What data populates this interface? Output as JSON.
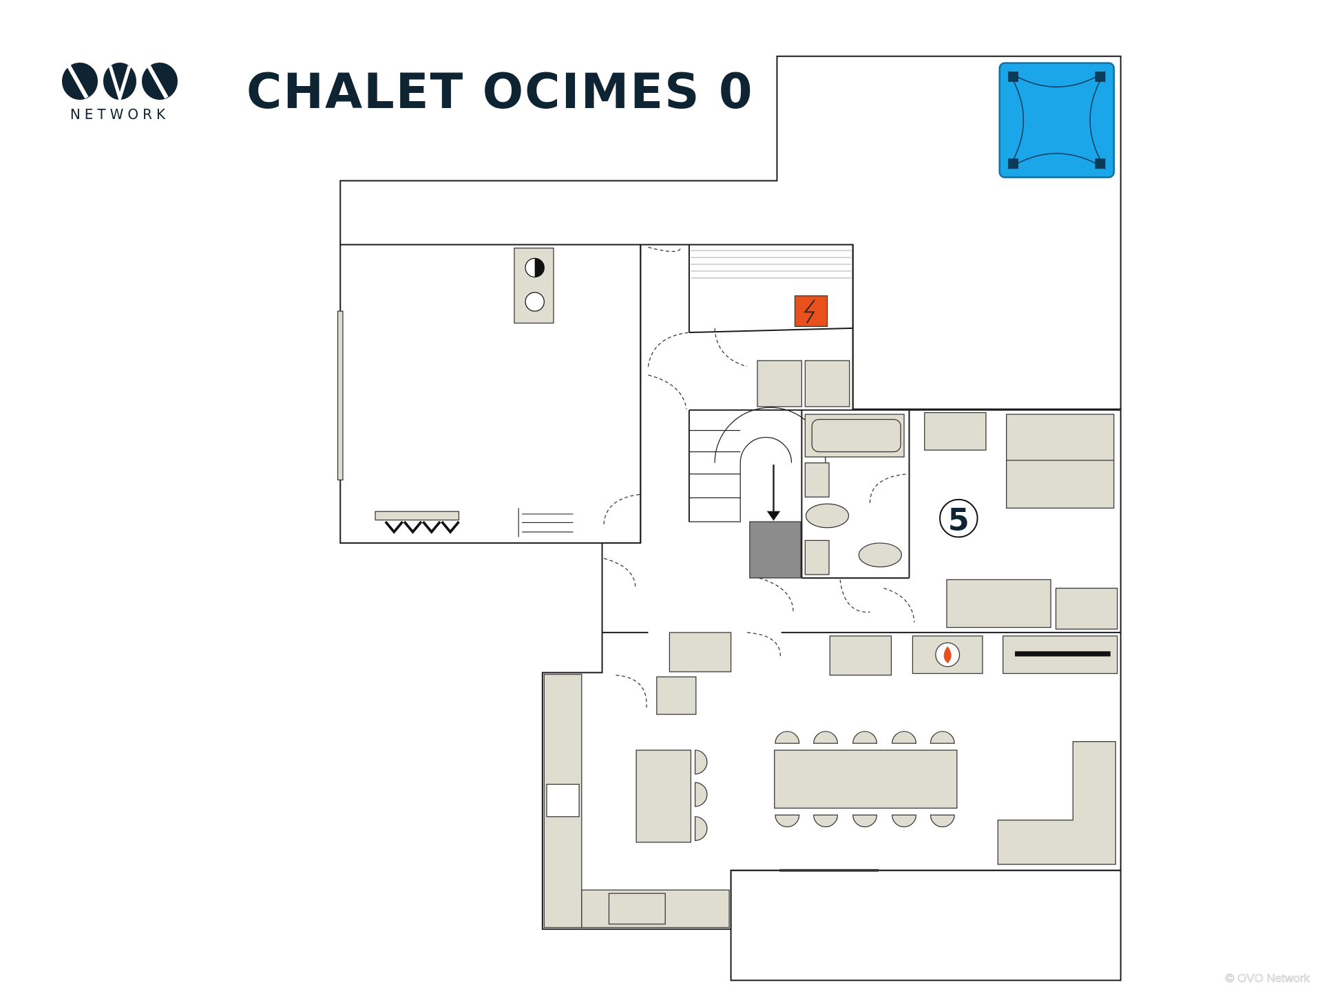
{
  "header": {
    "title": "CHALET OCIMES 0"
  },
  "logo": {
    "mark": "OVO",
    "subtitle": "NETWORK"
  },
  "plan": {
    "room_number": "5",
    "colors": {
      "wall": "#1b1b1b",
      "terrace": "#f6f6f6",
      "furniture": "#deddd0",
      "hot_tub": "#1aa6e8",
      "electric_panel": "#e8501c",
      "stair_landing": "#8c8c8c"
    }
  },
  "footer": {
    "copyright": "© OVO Network"
  }
}
